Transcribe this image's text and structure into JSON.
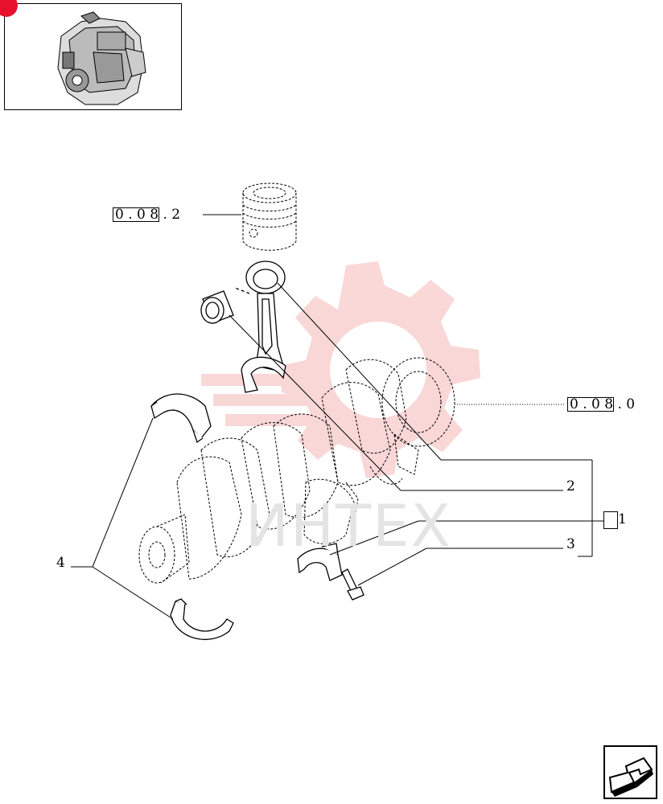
{
  "refs": {
    "ref_top": "0 . 0 8 . 2",
    "ref_right": "0 . 0 8 . 0"
  },
  "callouts": {
    "c1": "1",
    "c2": "2",
    "c3": "3",
    "c4": "4"
  },
  "watermark": {
    "text": "ИНТЕХ",
    "color": "#f2c2c2"
  },
  "colors": {
    "accent": "#e8112d",
    "line": "#000000"
  },
  "icons": {
    "thumbnail": "engine-thumbnail-icon",
    "nav": "next-arrow-icon"
  }
}
